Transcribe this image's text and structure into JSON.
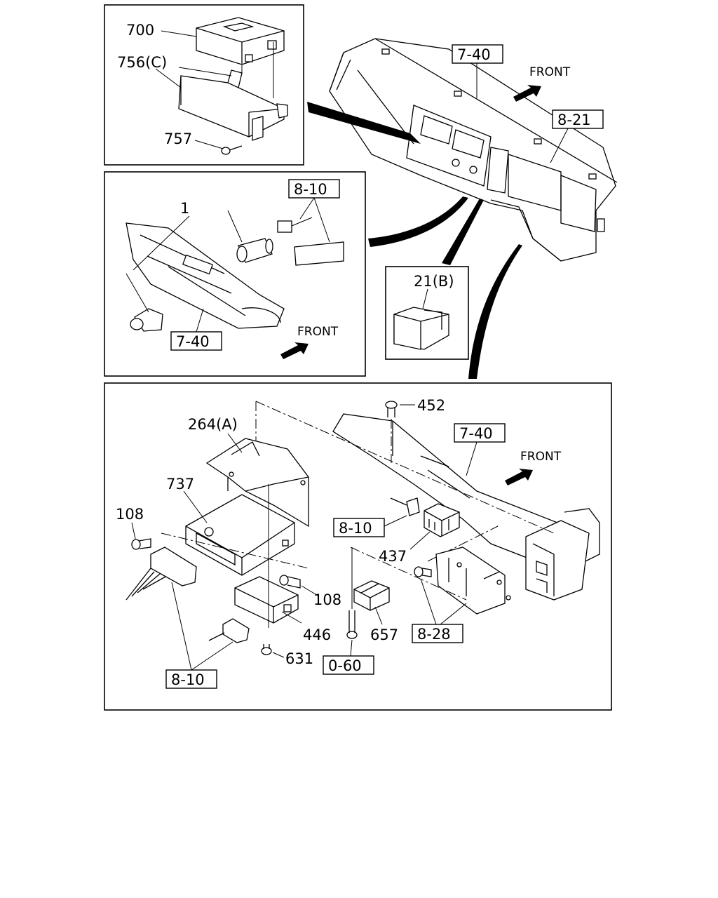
{
  "panels": {
    "top_left": {
      "labels": {
        "p700": "700",
        "p756c": "756(C)",
        "p757": "757"
      }
    },
    "middle_left": {
      "labels": {
        "p1": "1"
      },
      "refs": {
        "r810": "8-10",
        "r740": "7-40"
      },
      "front": "FRONT"
    },
    "dashboard": {
      "refs": {
        "r740": "7-40",
        "r821": "8-21"
      },
      "front": "FRONT"
    },
    "detail_switch": {
      "labels": {
        "p21b": "21(B)"
      }
    },
    "bottom": {
      "labels": {
        "p452": "452",
        "p264a": "264(A)",
        "p737": "737",
        "p108a": "108",
        "p108b": "108",
        "p437": "437",
        "p446": "446",
        "p631": "631",
        "p657": "657"
      },
      "refs": {
        "r740": "7-40",
        "r810a": "8-10",
        "r810b": "8-10",
        "r828": "8-28",
        "r060": "0-60"
      },
      "front": "FRONT"
    }
  },
  "icons": [
    "front-arrow-icon"
  ]
}
